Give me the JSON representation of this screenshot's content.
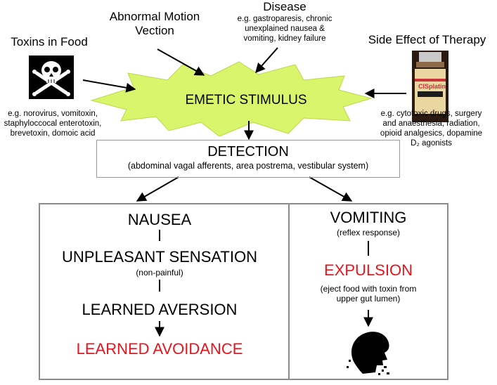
{
  "sources": {
    "toxins": {
      "title": "Toxins in Food",
      "examples": [
        "e.g. norovirus, vomitoxin,",
        "staphyloccocal enterotoxin,",
        "brevetoxin, domoic acid"
      ]
    },
    "motion": {
      "title_lines": [
        "Abnormal Motion",
        "Vection"
      ]
    },
    "disease": {
      "title": "Disease",
      "examples": [
        "e.g. gastroparesis, chronic",
        "unexplained nausea &",
        "vomiting, kidney failure"
      ]
    },
    "therapy": {
      "title": "Side Effect of Therapy",
      "bottle_label": "CISplatin",
      "examples": [
        "e.g. cytotoxic drugs, surgery",
        "and anaesthesia, radiation,",
        "opioid analgesics, dopamine",
        "D₂ agonists"
      ]
    }
  },
  "stimulus": {
    "label": "EMETIC STIMULUS"
  },
  "detection": {
    "title": "DETECTION",
    "subtitle": "(abdominal vagal afferents, area postrema, vestibular system)"
  },
  "nausea_path": {
    "title": "NAUSEA",
    "sensation": "UNPLEASANT SENSATION",
    "sensation_note": "(non-painful)",
    "aversion": "LEARNED AVERSION",
    "avoidance": "LEARNED AVOIDANCE"
  },
  "vomiting_path": {
    "title": "VOMITING",
    "note": "(reflex response)",
    "expulsion": "EXPULSION",
    "expulsion_note": [
      "(eject food with toxin from",
      "upper gut lumen)"
    ]
  },
  "colors": {
    "burst_fill": "#d9f56b",
    "accent_red": "#e8141b",
    "box_border": "#8c8c8c"
  },
  "icons": {
    "toxin": "skull-crossbones-icon",
    "therapy": "cisplatin-bottle-icon",
    "vomiting": "vomiting-head-icon"
  }
}
